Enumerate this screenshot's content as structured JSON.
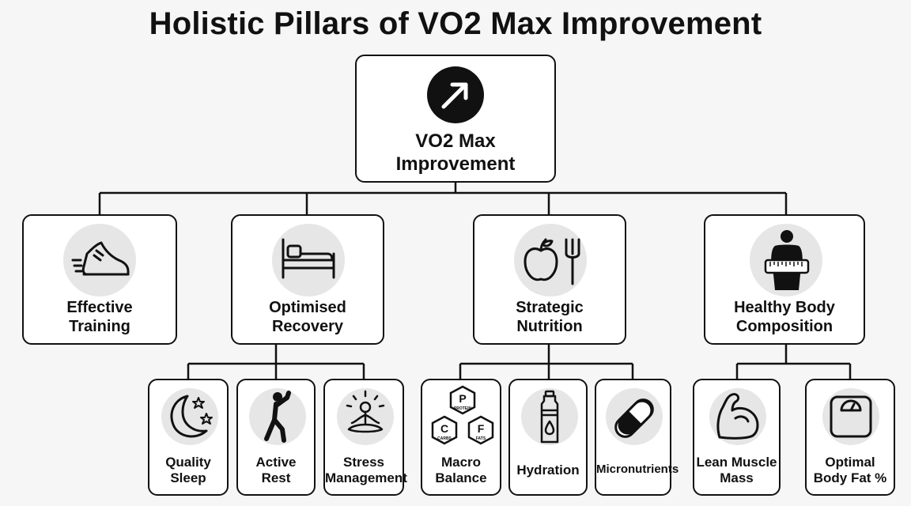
{
  "title": "Holistic Pillars of VO2 Max Improvement",
  "root": {
    "line1": "VO2 Max",
    "line2": "Improvement"
  },
  "pillars": [
    {
      "line1": "Effective",
      "line2": "Training"
    },
    {
      "line1": "Optimised",
      "line2": "Recovery"
    },
    {
      "line1": "Strategic",
      "line2": "Nutrition"
    },
    {
      "line1": "Healthy Body",
      "line2": "Composition"
    }
  ],
  "subs": [
    {
      "line1": "Quality",
      "line2": "Sleep"
    },
    {
      "line1": "Active",
      "line2": "Rest"
    },
    {
      "line1": "Stress",
      "line2": "Management"
    },
    {
      "line1": "Macro",
      "line2": "Balance"
    },
    {
      "line1": "Hydration"
    },
    {
      "line1": "Micronutrients"
    },
    {
      "line1": "Lean Muscle",
      "line2": "Mass"
    },
    {
      "line1": "Optimal",
      "line2": "Body Fat %"
    }
  ],
  "macro_labels": {
    "p": "P",
    "p_sub": "PROTEIN",
    "c": "C",
    "c_sub": "CARBS",
    "f": "F",
    "f_sub": "FATS"
  }
}
